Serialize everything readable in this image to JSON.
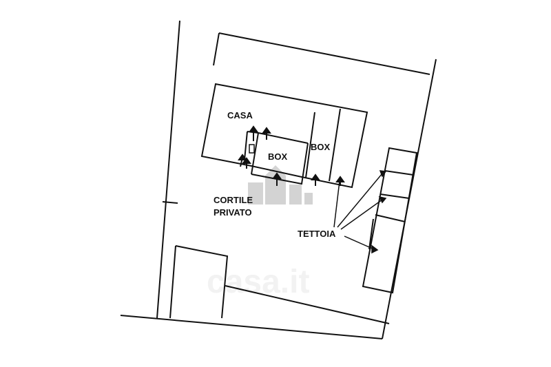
{
  "labels": {
    "casa": "CASA",
    "box1": "BOX",
    "box2": "BOX",
    "cortile_line1": "CORTILE",
    "cortile_line2": "PRIVATO",
    "tettoia": "TETTOIA"
  },
  "watermark": "casa.it",
  "colors": {
    "line": "#111111",
    "watermark": "#c8c8c8"
  }
}
